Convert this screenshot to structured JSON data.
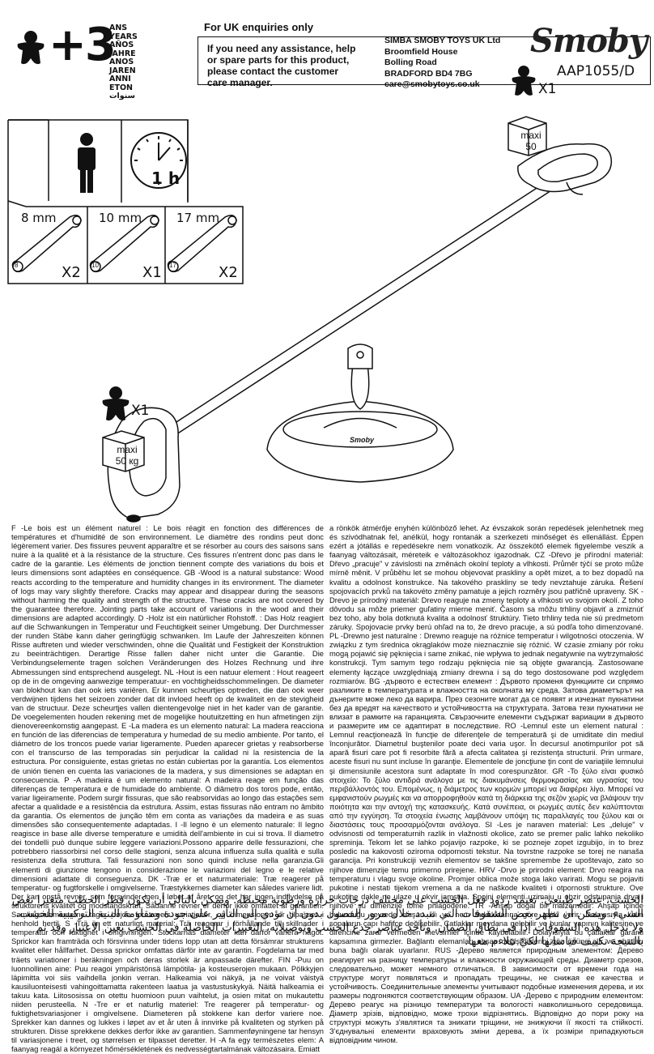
{
  "age_badge": {
    "number": "+3",
    "words": [
      "ANS",
      "YEARS",
      "AÑOS",
      "JAHRE",
      "ANOS",
      "JAREN",
      "ANNI",
      "ETON",
      "سنوات"
    ]
  },
  "uk_enquiries": {
    "title": "For UK enquiries only",
    "message": "If you need any assistance, help or spare parts for this product, please contact the customer care manager.",
    "address": [
      "SIMBA SMOBY TOYS UK Ltd",
      "Broomfield House",
      "Bolling Road",
      "BRADFORD BD4 7BG",
      "care@smobytoys.co.uk"
    ]
  },
  "brand": {
    "name": "Smoby",
    "reference": "AAP1055/D"
  },
  "parts": {
    "seat_top": {
      "quantity": "X1",
      "max_label": "maxi",
      "max_weight": "50"
    },
    "seat_mid": {
      "quantity": "X1",
      "max_label": "maxi",
      "max_weight": "50 кg"
    }
  },
  "assembly": {
    "duration": "1 h",
    "tools": [
      {
        "size": "8 mm",
        "tag": "8",
        "quantity": "X2"
      },
      {
        "size": "10 mm",
        "tag": "10",
        "quantity": "X1"
      },
      {
        "size": "17 mm",
        "tag": "17",
        "quantity": "X2"
      }
    ],
    "base_logo": "Smoby"
  },
  "warranty_text": {
    "left": "F -Le bois est un élément naturel : Le bois réagit en fonction des différences de températures et d'humidité de son environnement. Le diamètre des rondins peut donc légèrement varier. Des fissures peuvent apparaître et se résorber au cours des saisons sans nuire à la qualité et à la résistance de la structure. Ces fissures n'entrent donc pas dans le cadre de la garantie. Les éléments de jonction tiennent compte des variations du bois et leurs dimensions sont adaptées en conséquence. GB -Wood is a natural substance: Wood reacts according to the temperature and humidity changes in its environment. The diameter of logs may vary slightly therefore. Cracks may appear and disappear during the seasons without harming the quality and strength of the structure. These cracks are not covered by the guarantee therefore. Jointing parts take account of variations in the wood and their dimensions are adapted accordingly. D -Holz ist ein natürlicher Rohstoff. : Das Holz reagiert auf die Schwankungen in Temperatur und Feuchtigkeit seiner Umgebung. Der Durchmesser der runden Stäbe kann daher geringfügig schwanken. Im Laufe der Jahreszeiten können Risse auftreten und wieder verschwinden, ohne die Qualität und Festigkeit der Konstruktion zu beeinträchtigen. Derartige Risse fallen daher nicht unter die Garantie. Die Verbindungselemente tragen solchen Veränderungen des Holzes Rechnung und ihre Abmessungen sind entsprechend ausgelegt. NL -Hout is een natuur element : Hout reageert op de in de omgeving aanwezige temperatuur- en vochtigheidsschommelingen. De diameter van blokhout kan dan ook iets variëren. Er kunnen scheurtjes optreden, die dan ook weer verdwijnen tijdens het seizoen zonder dat dit invloed heeft op de kwaliteit en de stevigheid van de structuur. Deze scheurtjes vallen dientengevolge niet in het kader van de garantie. De voegelementen houden rekening met de mogelijke houtuitzetting en hun afmetingen zijn dienovereenkomstig aangepast. E -La madera es un elemento natural: La madera reacciona en función de las diferencias de temperatura y humedad de su medio ambiente. Por tanto, el diámetro de los troncos puede variar ligeramente. Pueden aparecer grietas y reabsorberse con el transcurso de las temporadas sin perjudicar la calidad ni la resistencia de la estructura. Por consiguiente, estas grietas no están cubiertas por la garantía. Los elementos de unión tienen en cuenta las variaciones de la madera, y sus dimensiones se adaptan en consecuencia. P -A madeira é um elemento natural: A madeira reage em função das diferenças de temperatura e de humidade do ambiente. O diâmetro dos toros pode, então, variar ligeiramente. Podem surgir fissuras, que são reabsorvidas ao longo das estações sem afectar a qualidade e a resistência da estrutura. Assim, estas fissuras não entram no âmbito da garantia. Os elementos de junção têm em conta as variações da madeira e as suas dimensões são consequentemente adaptadas. I -Il legno è un elemento naturale: Il legno reagisce in base alle diverse temperature e umidità dell'ambiente in cui si trova. Il diametro dei tondelli può dunque subire leggere variazioni.Possono apparire delle fessurazioni, che potrebbero riassorbirsi nel corso delle stagioni, senza alcuna influenza sulla qualità e sulla resistenza della struttura. Tali fessurazioni non sono quindi incluse nella garanzia.Gli elementi di giunzione tengono in considerazione le variazioni del legno e le relative dimensioni adattate di conseguenza. DK -Træ er et naturmateriale: Træ reagerer på temperatur- og fugtforskelle i omgivelserne. Træstykkernes diameter kan således variere lidt. Der kan opstå revner, som forsvinder igen i løbet af året, og det har ingen indflydelse på strukturens kvalitet og modstandskraft. Sådanne revner er derfor ikke omfattet af garantien. Samlingselementerne tager højde for træets variationer, og dimensionen er tilpasset i henhold hertil. S -Trä är ett naturligt material: Trä reagerar i förhållande till skillnader i temperatur och fuktighet i omgivningen. Stockarnas diameter kan därför variera något. Sprickor kan framträda och försvinna under tidens lopp utan att detta försämrar strukturens kvalitet eller hållfarhet. Dessa sprickor omfattas därför inte av garantin. Fogdelarna tar med träets variationer i beräkningen och deras storlek är anpassade därefter. FIN -Puu on luonnollinen aine: Puu reagoi ympäristönsä lämpötila- ja kosteuserojen mukaan. Pölkkyjen läpimitta voi siis vaihdella jonkin verran. Halkeamia voi näkyä, ja ne voivat väistyä kausiluonteisesti vahingoittamatta rakenteen laatua ja vastustuskykyä. Näitä halkeamia ei takuu kata. Liitososissa on otettu huomioon puun vaihtelut, ja osien mitat on mukautettu niiden perusteella. N -Tre er et naturlig materiel: Tre reagerer på temperatur- og fuktighetsvariasjoner i omgivelsene. Diameteren på stokkene kan derfor variere noe. Sprekker kan dannes og lukkes i løpet av et år uten å innvirke på kvaliteten og styrken på strukturen. Disse sprekkene dekkes derfor ikke av garantien. Sammenføyningene tar hensyn til variasjonene i treet, og størrelsen er tilpasset deretter. H -A fa egy természetes elem: A faanyag reagál a környezet hőmérsékletének és nedvességtartalmának változásaira. Emiatt",
    "right": "a rönkök átmérője enyhén különböző lehet. Az évszakok során repedések jelenhetnek meg és szivódhatnak fel, anélkül, hogy rontanák a szerkezeti minőséget és ellenállást. Éppen ezért a jótállás e repedésekre nem vonatkozik. Az összekötő elemek figyelembe veszik a faanyag változásait, méreteik e változásokhoz igazodnak. CZ -Dřevo je přírodní materiál: Dřevo „pracuje\" v závislosti na změnách okolní teploty a vlhkosti. Průměr týčí se proto může mírně měnit. V průběhu let se mohou objevovat praskliny a opět mizet, a to bez dopadů na kvalitu a odolnost konstrukce. Na takového praskliny se tedy nevztahuje záruka. Řešení spojovacích prvků na takovéto změny pamatuje a jejich rozměry jsou patřičně upraveny. SK -Drevo je prírodný materiál: Drevo reaguje na zmeny teploty a vlhkosti vo svojom okolí. Z toho dôvodu sa môže priemer guľatiny mierne meniť. Časom sa môžu trhliny objaviť a zmiznúť bez toho, aby bola dotknutá kvalita a odolnosť štruktúry. Tieto trhliny teda nie sú predmetom záruky. Spojovacie prvky berú ohľad na to, že drevo pracuje, a sú podľa toho dimenzované. PL -Drewno jest naturalne : Drewno reaguje na różnice temperatur i wilgotności otoczenia. W związku z tym średnica okrąglaków może nieznacznie się różnić. W czasie zmiany pór roku mogą pojawić się pęknięcia i same znikać, nie wpływa to jednak negatywnie na wytrzymałość konstrukcji. Tym samym tego rodzaju pęknięcia nie są objęte gwarancją. Zastosowane elementy łączące uwzględniają zmiany drewna i są do tego dostosowane pod względem rozmiarów. BG -дървото е естествен елемент : Дървото променя функциите си спрямо разликите в температурата и влажността на околната му среда. Затова диаметърът на дънерите може леко да варира. През сезоните могат да се появят и изчезнат пукнатини без да вредят на качеството и устойчивостта на структурата. Затова тези пукнатини не влизат в рамките на гаранцията. Свързочните елементи съдържат вариации в дървото и размерите им се адаптират в последствие. RO -Lemnul este un element natural : Lemnul reacţionează în funcţie de diferenţele de temperatură şi de umiditate din mediul înconjurător. Diametrul buştenilor poate deci varia uşor. În decursul anotimpurilor pot să apară fisuri care pot fi resorbite fără a afecta calitatea şi rezistenţa structurii. Prin urmare, aceste fisuri nu sunt incluse în garanţie. Elementele de joncţiune ţin cont de variaţiile lemnului şi dimensiunile acestora sunt adaptate în mod corespunzător. GR -Το ξύλο είναι φυσικό στοιχείο: Το ξύλο αντιδρά ανάλογα με τις διακυμάνσεις θερμοκρασίας και υγρασίας του περιβάλλοντός του. Επομένως, η διάμετρος των κορμών μπορεί να διαφέρει λίγο. Μπορεί να εμφανιστούν ρωγμές και να απορροφηθούν κατά τη διάρκεια της σεζόν χωρίς να βλάψουν την ποιότητα και την αντοχή της κατασκευής. Κατά συνέπεια, οι ρωγμές αυτές δεν καλύπτονται από την εγγύηση. Τα στοιχεία ένωσης λαμβάνουν υπόψη τις παραλλαγές του ξύλου και οι διαστάσεις τους προσαρμόζονται ανάλογα. SI -Les je naraven material: Les „deluje\" v odvisnosti od temperaturnih razlik in vlažnosti okolice, zato se premer palic lahko nekoliko spreminja. Tekom let se lahko pojavijo razpoke, ki se pozneje zopet izgubijo, in to brez posledic na kakovosti oziroma odpornosti tekstur. Na tovrstne razpoke se torej ne nanaša garancija. Pri konstrukciji veznih elementov se takšne spremembe že upoštevajo, zato so njihove dimenzije temu primerno prirejene. HRV -Drvo je prirodni element: Drvo reagira na temperaturu i vlagu svoje okoline. Promjer oblica može stoga lako varirati. Mogu se pojaviti pukotine i nestati tijekom vremena a da ne naškode kvaliteti i otpornosti strukture. Ove pukotine dakle ne ulaze u okvir jamstva. Spojni elementi uzimaju u obzir odstupanja drva i njihove su dimenzije tome prilagođene. TR -Ahşap doğal bir malzemedir: Ahşap içinde bulunduğu çevrede oluşan ısı ve nem farklılıklarına göre tepki verir. Dolayısıyla kalın sopaların çapı hafifçe değişebilir. Çatlaklar meydana gelebilir ve bunlar yapının kalitesine ve direncine zarar vermeden mevsimler içinde kaybolabilir. Dolayısıyla bu çatlaklar garanti kapsamına girmezler. Bağlantı elemanları ahşap değişikliklerini göz önüne alır ve ebatları buna bağlı olarak uyarlanır. RUS -Дерево является природным элементом: Дерево реагирует на разницу температуры и влажности окружающей среды. Диаметр срезов, следовательно, может немного отличаться. В зависимости от времени года на структуре могут появляться и пропадать трещины, не снижая ее качества и устойчивость. Соединительные элементы учитывают подобные изменения дерева, и их размеры подгоняются соответствующим образом. UA -Дерево є природним елементом: Дерево реагує на різницю температури та вологості навколишнього середовища. Діаметр зрізів, відповідно, може трохи відрізнятись. Відповідно до пори року на структурі можуть з'являтися та зникати тріщини, не знижуючи її якості та стійкості. З'єднувальні елементи враховують зміни дерева, а їх розміри припадкуються відповідним чином.",
    "arabic": "الخشب، عنصر طبيعي: تعتمد ردود فعل الخشب على مختلف درجات حرارة ورطوبة محيطه. ويمكن بالتالي أن يكون قطر الحطب متغيرا بعض الشيء. ويمكن أن تظهر بعض الشقوقات التي تتبدد خلال مرور الفصول بدون أن تؤدي إلى التأثير على جودة ومقاومة البنية التركيبية للخشب. ولا تدخل هذه الشقوقات إذا في نطاق الضمان. وتأخذ عناصر جذع الخشب وتوصيلاته، التغييرات الحاصلة في الخشب بعين الاعتبار وقد تم بالنتيجة تكييف قياساتها لكيّ تتلاءم معها."
  }
}
